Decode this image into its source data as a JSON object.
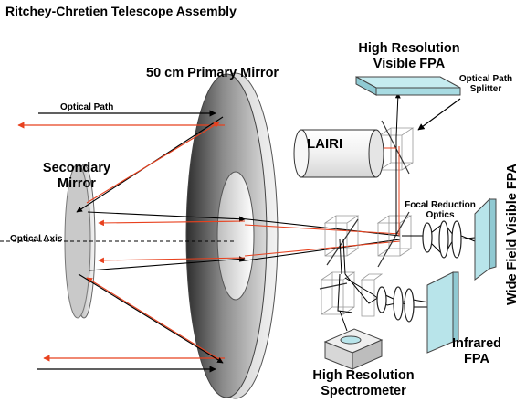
{
  "title": "Ritchey-Chretien Telescope Assembly",
  "labels": {
    "primary_mirror": "50 cm Primary Mirror",
    "hr_visible_fpa_line1": "High Resolution",
    "hr_visible_fpa_line2": "Visible FPA",
    "splitter_line1": "Optical Path",
    "splitter_line2": "Splitter",
    "optical_path": "Optical Path",
    "lairi": "LAIRI",
    "secondary_line1": "Secondary",
    "secondary_line2": "Mirror",
    "focal_line1": "Focal Reduction",
    "focal_line2": "Optics",
    "optical_axis": "Optical Axis",
    "wide_field": "Wide Field Visible FPA",
    "infrared_line1": "Infrared",
    "infrared_line2": "FPA",
    "spectrometer_line1": "High Resolution",
    "spectrometer_line2": "Spectrometer"
  },
  "colors": {
    "ray_red": "#e8411e",
    "ray_black": "#000000",
    "fpa_fill": "#b8e4ea",
    "mirror_dark": "#555555",
    "mirror_light": "#e6e6e6"
  }
}
